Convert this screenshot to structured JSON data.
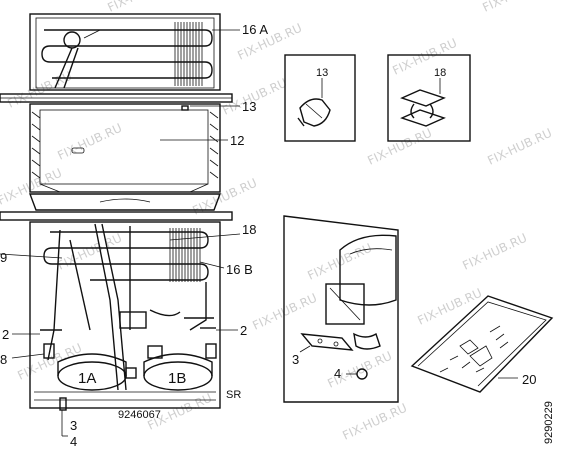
{
  "watermark": "FIX-HUB.RU",
  "labels": {
    "p16a": "16 A",
    "p13": "13",
    "p12": "12",
    "p18": "18",
    "p9": "9",
    "p16b": "16 B",
    "p2_left": "2",
    "p2_right": "2",
    "p8": "8",
    "p1a": "1A",
    "p1b": "1B",
    "sr": "SR",
    "p3_bottom": "3",
    "p4_bottom": "4",
    "ref_number": "9246067",
    "inset13": "13",
    "inset18": "18",
    "inset3": "3",
    "inset4": "4",
    "inset20": "20",
    "side_code": "9290229"
  }
}
